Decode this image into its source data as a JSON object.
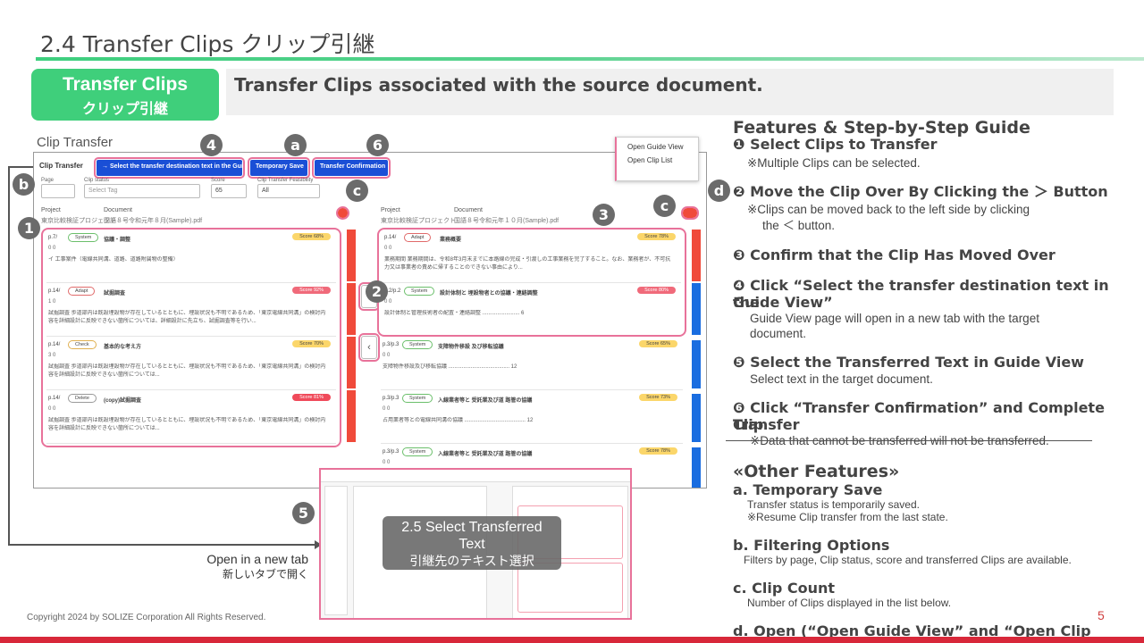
{
  "title": "2.4 Transfer Clips  クリップ引継",
  "badge": {
    "en": "Transfer Clips",
    "ja": "クリップ引継"
  },
  "summary": "Transfer Clips associated with the source document.",
  "section_label": "Clip Transfer",
  "app": {
    "heading": "Clip Transfer",
    "buttons": {
      "select_dest": "→  Select the transfer destination text in the Guide View",
      "temp_save": "Temporary Save",
      "confirm": "Transfer Confirmation"
    },
    "filters": {
      "page_label": "Page",
      "status_label": "Clip status",
      "status_placeholder": "Select Tag",
      "score_label": "Score",
      "score_value": "65",
      "feasibility_label": "Clip Transfer Feasibility",
      "feasibility_value": "All"
    },
    "project_label": "Project",
    "document_label": "Document",
    "left_project": "東京比較検証プロジェクト",
    "left_document": "国語８号令和元年８月(Sample).pdf",
    "right_project": "東京比較検証プロジェクト",
    "right_document": "国語８号令和元年１０月(Sample).pdf",
    "left_clips": [
      {
        "page": "p.7/",
        "tag": "System",
        "title": "協議・調整",
        "score": "Score 68%",
        "meta": "0  0",
        "body": "イ 工事案件（電線共同溝、道路、道路附属物の整備）"
      },
      {
        "page": "p.14/",
        "tag": "Adapt",
        "title": "試掘調査",
        "score": "Score 92%",
        "meta": "1  0",
        "body": "試掘調査 歩道部内は既設埋設物が存在しているとともに、埋設状況も不明であるため、「東京電線共同溝」の検討内容を詳細設計に反映できない箇所については、詳細設計に先立ち、試掘調査等を行い..."
      },
      {
        "page": "p.14/",
        "tag": "Check",
        "title": "基本的な考え方",
        "score": "Score 70%",
        "meta": "3  0",
        "body": "試掘調査 歩道部内は既設埋設物が存在しているとともに、埋設状況も不明であるため、「東京電線共同溝」の検討内容を詳細設計に反映できない箇所については..."
      },
      {
        "page": "p.14/",
        "tag": "Delete",
        "title": "(copy)試掘調査",
        "score": "Score 81%",
        "meta": "0  0",
        "body": "試掘調査 歩道部内は既設埋設物が存在しているとともに、埋設状況も不明であるため、「東京電線共同溝」の検討内容を詳細設計に反映できない箇所については..."
      }
    ],
    "right_clips": [
      {
        "page": "p.14/",
        "tag": "Adapt",
        "title": "業務概要",
        "score": "Score 78%",
        "meta": "0  0",
        "body": "業務期間 業務期間は、令和8年3月末までに本路線の完成・引渡しの工事業務を完了すること。なお、業務者が、不可抗力又は事業者の責めに帰することのできない事由により..."
      },
      {
        "page": "p.2/p.2",
        "tag": "System",
        "title": "設計体制と 埋設物者との協議・連絡調整",
        "score": "Score 80%",
        "meta": "0  0",
        "body": "設計体制と管理技術者の配置・連絡調整 ......................... 6"
      },
      {
        "page": "p.3/p.3",
        "tag": "System",
        "title": "支障物件移設 及び移転協議",
        "score": "Score 65%",
        "meta": "0  0",
        "body": "支障物件移設及び移転協議 ......................................... 12"
      },
      {
        "page": "p.3/p.3",
        "tag": "System",
        "title": "入線業者等と 受託業及び道 路管の協議",
        "score": "Score 73%",
        "meta": "0  0",
        "body": "占用業者等との電線共同溝の協議 ......................................... 12"
      },
      {
        "page": "p.3/p.3",
        "tag": "System",
        "title": "入線業者等と 受託業及び道 路管の協議",
        "score": "Score 78%",
        "meta": "0  0",
        "body": ""
      }
    ],
    "popup": {
      "open_guide": "Open Guide View",
      "open_list": "Open Clip List"
    }
  },
  "markers": {
    "b4": "4",
    "ba": "a",
    "b6": "6",
    "bb": "b",
    "bc1": "c",
    "bd": "d",
    "b1": "1",
    "b2": "2",
    "b3": "3",
    "bc2": "c",
    "b5": "5"
  },
  "guide_overlay": {
    "line1": "2.5 Select Transferred",
    "line2": "Text",
    "line3": "引継先のテキスト選択"
  },
  "open_tab": {
    "en": "Open in a new tab",
    "ja": "新しいタブで開く"
  },
  "right": {
    "heading": "Features & Step-by-Step Guide",
    "s1": "❶ Select Clips to Transfer",
    "s1n": "※Multiple Clips can be selected.",
    "s2": "❷ Move the Clip Over By Clicking the ＞ Button",
    "s2n1": "※Clips can be moved back to the left side by clicking",
    "s2n2": "the ＜ button.",
    "s3": "❸ Confirm that the Clip Has Moved Over",
    "s4a": "❹ Click “Select the transfer destination text in the",
    "s4b": "Guide View”",
    "s4n1": "Guide View page will open in a new tab with the target",
    "s4n2": "document.",
    "s5": "❺ Select the Transferred Text in Guide View",
    "s5n": "Select text in the target document.",
    "s6a": "❻ Click “Transfer Confirmation” and Complete Clip",
    "s6b": "Transfer",
    "s6n": "※Data that cannot be transferred will not be transferred.",
    "other": "«Other Features»",
    "a": "a. Temporary Save",
    "an1": "Transfer status is temporarily saved.",
    "an2": "※Resume Clip transfer from the last state.",
    "b": "b. Filtering Options",
    "bn": "Filters by page, Clip status, score and transferred Clips are available.",
    "c": "c. Clip Count",
    "cn": "Number of Clips displayed in the list below.",
    "d": "d. Open (“Open Guide View” and “Open Clip List”)"
  },
  "footer": {
    "copyright": "Copyright 2024 by SOLIZE Corporation All Rights Reserved.",
    "page": "5"
  },
  "colors": {
    "accent_green": "#3fcf7b",
    "accent_pink": "#e8729a",
    "button_blue": "#1a4fd6",
    "marker_gray": "#6b6b6b",
    "footer_red": "#d8283a"
  }
}
